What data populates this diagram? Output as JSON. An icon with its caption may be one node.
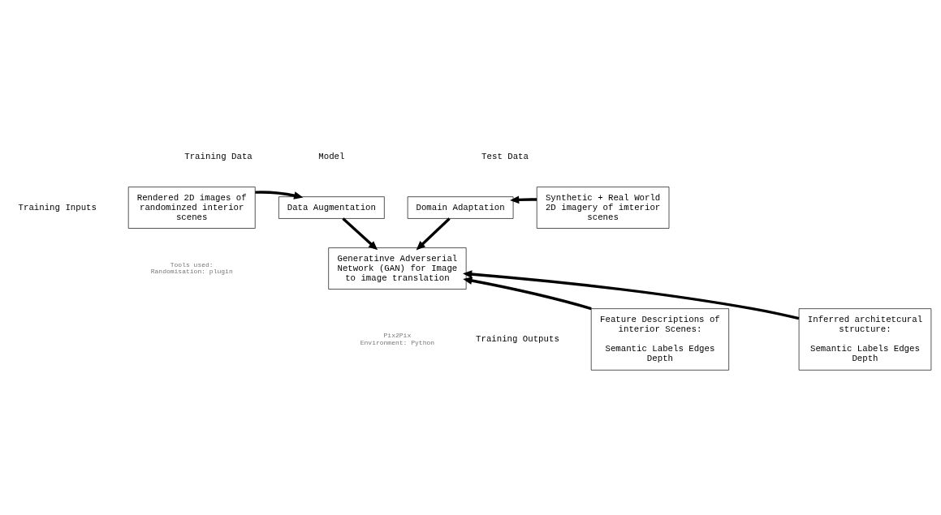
{
  "diagram": {
    "nodes": [
      {
        "text": [
          "Rendered 2D images of randominzed interior scenes"
        ],
        "beside": [
          "Tools used:",
          "Randomisation: plugin"
        ]
      },
      {
        "text": [
          "Data Augmentation"
        ]
      },
      {
        "text": [
          "Domain Adaptation"
        ]
      },
      {
        "text": [
          "Synthetic + Real World 2D imagery of imterior scenes"
        ]
      },
      {
        "text": [
          "Generatinve Adverserial Network (GAN) for Image to image translation"
        ],
        "beside": [
          "Pix2Pix",
          "Environment: Python"
        ]
      },
      {
        "text": [
          "Feature Descriptions of interior Scenes:",
          "Semantic Labels Edges Depth"
        ]
      },
      {
        "text": [
          "Inferred architetcural structure:",
          "Semantic Labels Edges Depth"
        ]
      }
    ],
    "edges": [
      {
        "from": 0,
        "to": 1,
        "arrow": "to"
      },
      {
        "from": 3,
        "to": 2,
        "arrow": "to"
      },
      {
        "from": 1,
        "to": 4,
        "arrow": "to"
      },
      {
        "from": 2,
        "to": 4,
        "arrow": "to"
      },
      {
        "from": 5,
        "to": 4,
        "arrow": "to"
      },
      {
        "from": 6,
        "to": 4,
        "arrow": "to"
      }
    ],
    "labels": [
      "Training Data",
      "Model",
      "Test Data",
      "Training Inputs",
      "Training Outputs"
    ]
  }
}
